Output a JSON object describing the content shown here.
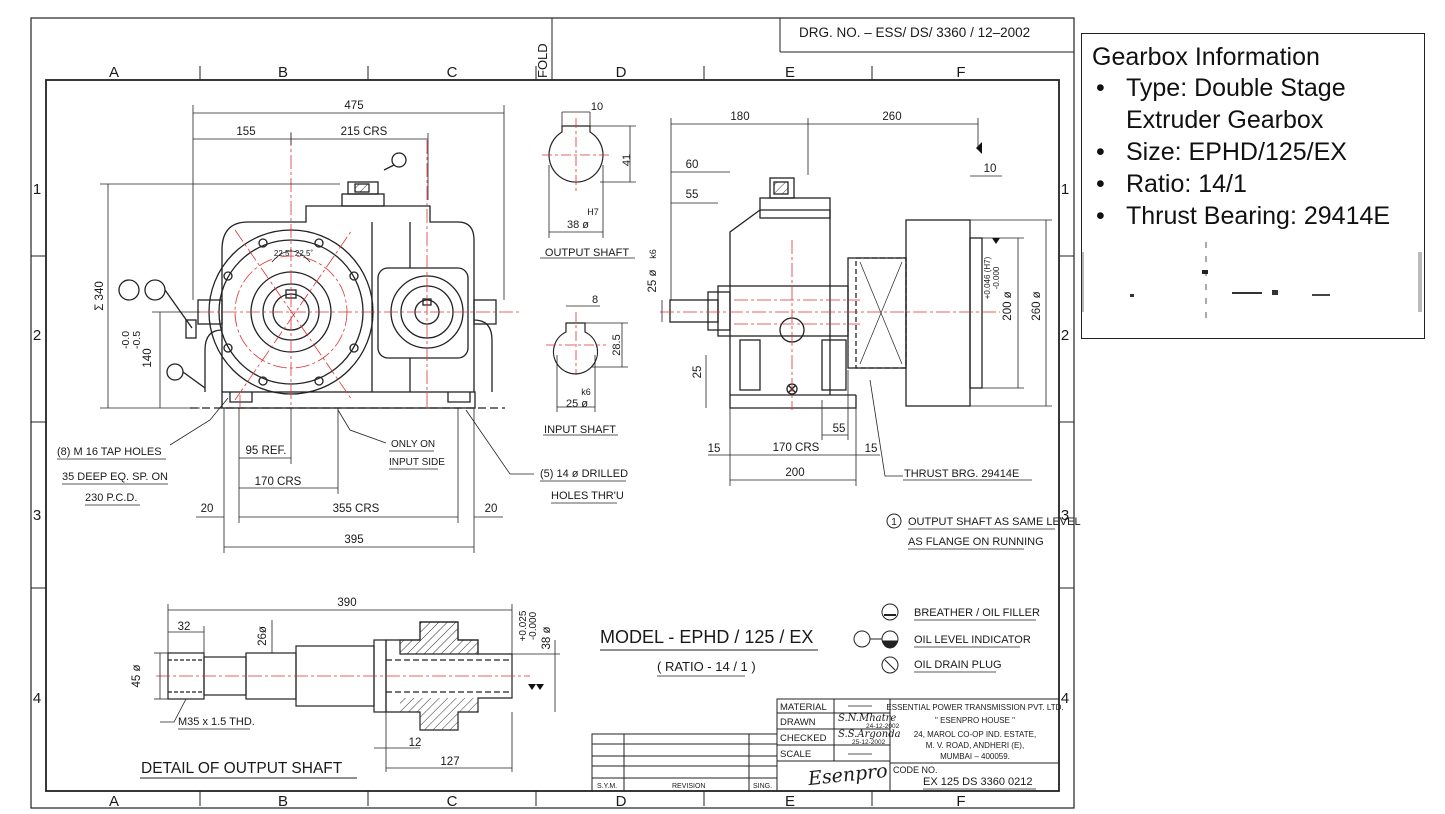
{
  "drawing": {
    "drg_no": "DRG. NO. – ESS/ DS/ 3360 / 12–2002",
    "fold": "FOLD",
    "zone_letters": [
      "A",
      "B",
      "C",
      "D",
      "E",
      "F"
    ],
    "zone_numbers": [
      "1",
      "2",
      "3",
      "4"
    ],
    "front_view": {
      "dims": {
        "d475": "475",
        "d155": "155",
        "d215": "215 CRS",
        "d340": "Σ 340",
        "d0": "-0.0",
        "d05": "-0.5",
        "d140": "140",
        "d95": "95 REF.",
        "d170": "170 CRS",
        "d355": "355 CRS",
        "d395": "395",
        "d20l": "20",
        "d20r": "20",
        "a1": "22.5˚",
        "a2": "22.5˚"
      },
      "tap_holes": [
        "(8) M 16 TAP HOLES",
        "35 DEEP EQ. SP. ON",
        "230 P.C.D."
      ],
      "only_on": [
        "ONLY ON",
        "INPUT SIDE"
      ],
      "drilled": [
        "(5) 14 ø DRILLED",
        "HOLES THR'U"
      ]
    },
    "shafts": {
      "out_d10": "10",
      "out_d41": "41",
      "out_h7": "H7",
      "out_d38": "38 ø",
      "output_label": "OUTPUT  SHAFT",
      "in_d8": "8",
      "in_d285": "28.5",
      "in_k6": "k6",
      "in_d25": "25 ø",
      "input_label": "INPUT  SHAFT"
    },
    "side_view": {
      "d180": "180",
      "d260": "260",
      "d60": "60",
      "d55": "55",
      "d10": "10",
      "d25k6": "25 ø",
      "k6": "k6",
      "d25": "25",
      "d15l": "15",
      "d15r": "15",
      "d170": "170 CRS",
      "d55b": "55",
      "d200": "200",
      "d200o": "200 ø",
      "tol": "+0.046 (H7)",
      "tol2": "-0.000",
      "d260o": "260 ø",
      "thrust": "THRUST  BRG. 29414E",
      "note_num": "1",
      "note": [
        "OUTPUT SHAFT AS SAME LEVEL",
        "AS FLANGE ON RUNNING"
      ]
    },
    "detail": {
      "d390": "390",
      "d32": "32",
      "d26": "26ø",
      "d45": "45 ø",
      "d025": "+0.025",
      "d000": "-0.000",
      "d38": "38 ø",
      "thread": "M35 x 1.5 THD.",
      "d12": "12",
      "d127": "127",
      "title": "DETAIL  OF  OUTPUT  SHAFT"
    },
    "model": "MODEL  -  EPHD / 125 / EX",
    "ratio": "( RATIO - 14 / 1 )",
    "legend": [
      "BREATHER / OIL FILLER",
      "OIL LEVEL INDICATOR",
      "OIL DRAIN PLUG"
    ],
    "title_block": {
      "material": "MATERIAL",
      "drawn": "DRAWN",
      "checked": "CHECKED",
      "scale": "SCALE",
      "drawn_by": "S.N.Mhatre",
      "drawn_date": "24-12-2002",
      "checked_by": "S.S.Argonda",
      "checked_date": "25-12-2002",
      "company": "ESSENTIAL POWER TRANSMISSION PVT. LTD.",
      "house": "\" ESENPRO  HOUSE \"",
      "addr1": "24, MAROL CO-OP IND. ESTATE,",
      "addr2": "M. V. ROAD, ANDHERI (E),",
      "addr3": "MUMBAI – 400059.",
      "code_label": "CODE NO.",
      "code": "EX 125 DS 3360 0212",
      "logo": "Esenpro",
      "sym": "S.Y.M.",
      "revision": "REVISION",
      "sign": "SING."
    }
  },
  "info": {
    "title": "Gearbox Information",
    "items": [
      "Type: Double Stage Extruder Gearbox",
      "Size: EPHD/125/EX",
      "Ratio: 14/1",
      "Thrust Bearing: 29414E"
    ]
  }
}
